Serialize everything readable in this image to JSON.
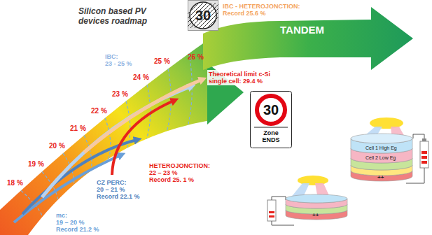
{
  "diagram": {
    "title": "Silicon based PV devices roadmap",
    "nodes": [
      {
        "text": [
          "TANDEM"
        ]
      },
      {
        "text": [
          "30"
        ]
      },
      {
        "text": [
          "30",
          "Zone ENDS"
        ]
      },
      {
        "text": [
          "Cell 1 High Eg",
          "Cell 2 Low Eg",
          "++"
        ]
      },
      {
        "text": [
          "++"
        ]
      }
    ],
    "labels": [
      "IBC - HETEROJONCTION: Record 25.6 %",
      "IBC: 23 - 25 %",
      "18 %",
      "19 %",
      "20 %",
      "21 %",
      "22 %",
      "23 %",
      "24 %",
      "25 %",
      "26 %",
      "Theoretical limit c-Si single cell: 29.4 %",
      "HETEROJONCTION: 22 – 23 % Record 25. 1 %",
      "CZ PERC: 20 – 21 % Record 22.1 %",
      "mc: 19 – 20 % Record 21.2 %"
    ]
  }
}
